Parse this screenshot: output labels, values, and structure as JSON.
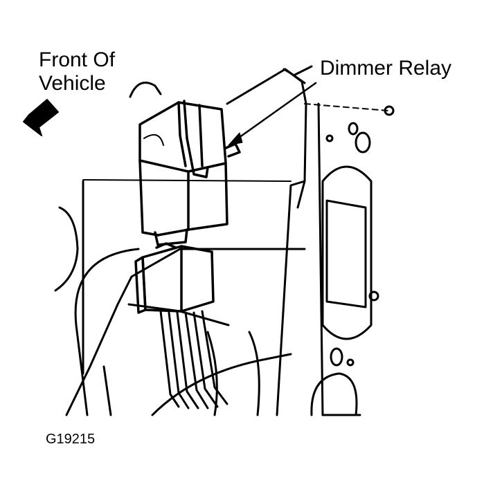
{
  "labels": {
    "front_line1": "Front Of",
    "front_line2": "Vehicle",
    "relay": "Dimmer Relay",
    "figure_code": "G19215"
  }
}
